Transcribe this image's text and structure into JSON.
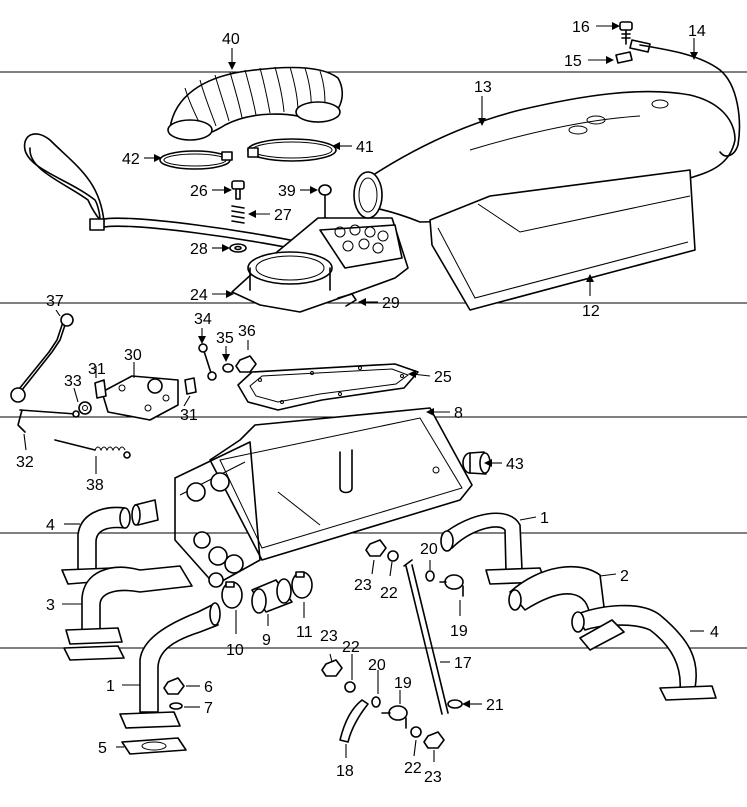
{
  "callouts": [
    "1",
    "2",
    "3",
    "4",
    "5",
    "6",
    "7",
    "8",
    "9",
    "10",
    "11",
    "12",
    "13",
    "14",
    "15",
    "16",
    "17",
    "18",
    "19",
    "20",
    "21",
    "22",
    "23",
    "24",
    "25",
    "26",
    "27",
    "28",
    "29",
    "30",
    "31",
    "32",
    "33",
    "34",
    "35",
    "36",
    "37",
    "38",
    "39",
    "40",
    "41",
    "42",
    "43"
  ],
  "colors": {
    "ink": "#000000",
    "paper": "#ffffff"
  }
}
